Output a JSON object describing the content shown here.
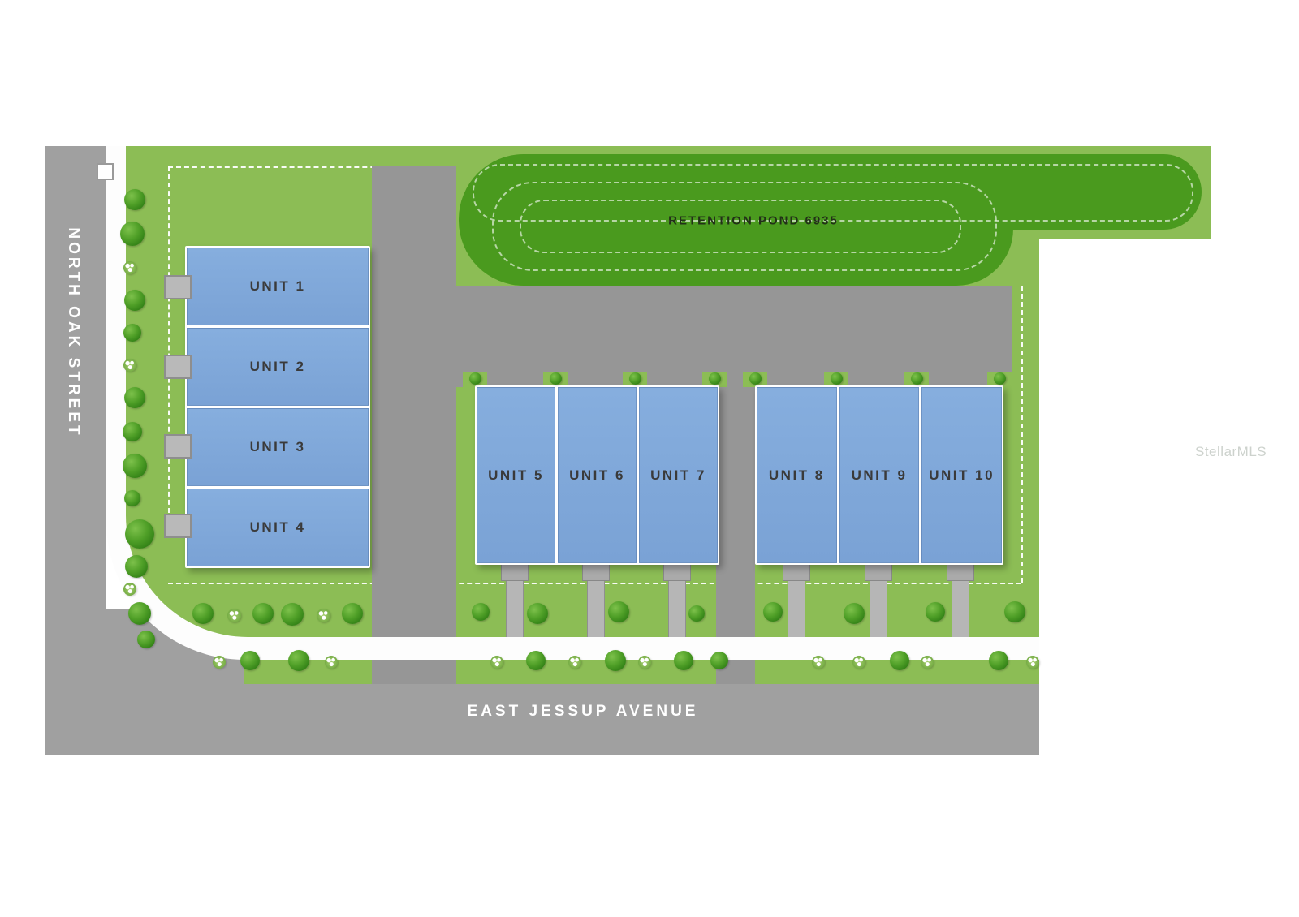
{
  "streets": {
    "north_oak": "NORTH OAK STREET",
    "east_jessup": "EAST JESSUP AVENUE"
  },
  "pond": {
    "label": "RETENTION POND 6935"
  },
  "units": [
    {
      "label": "UNIT 1"
    },
    {
      "label": "UNIT 2"
    },
    {
      "label": "UNIT 3"
    },
    {
      "label": "UNIT 4"
    },
    {
      "label": "UNIT 5"
    },
    {
      "label": "UNIT 6"
    },
    {
      "label": "UNIT 7"
    },
    {
      "label": "UNIT 8"
    },
    {
      "label": "UNIT 9"
    },
    {
      "label": "UNIT 10"
    }
  ],
  "watermark": "StellarMLS",
  "colors": {
    "grass": "#8cbd55",
    "pond": "#4a9a1e",
    "road": "#a0a0a0",
    "pavement": "#969696",
    "unit_fill": "#80a8db",
    "sidewalk": "#fdfdfd",
    "unit_text": "#3a3a3a"
  }
}
